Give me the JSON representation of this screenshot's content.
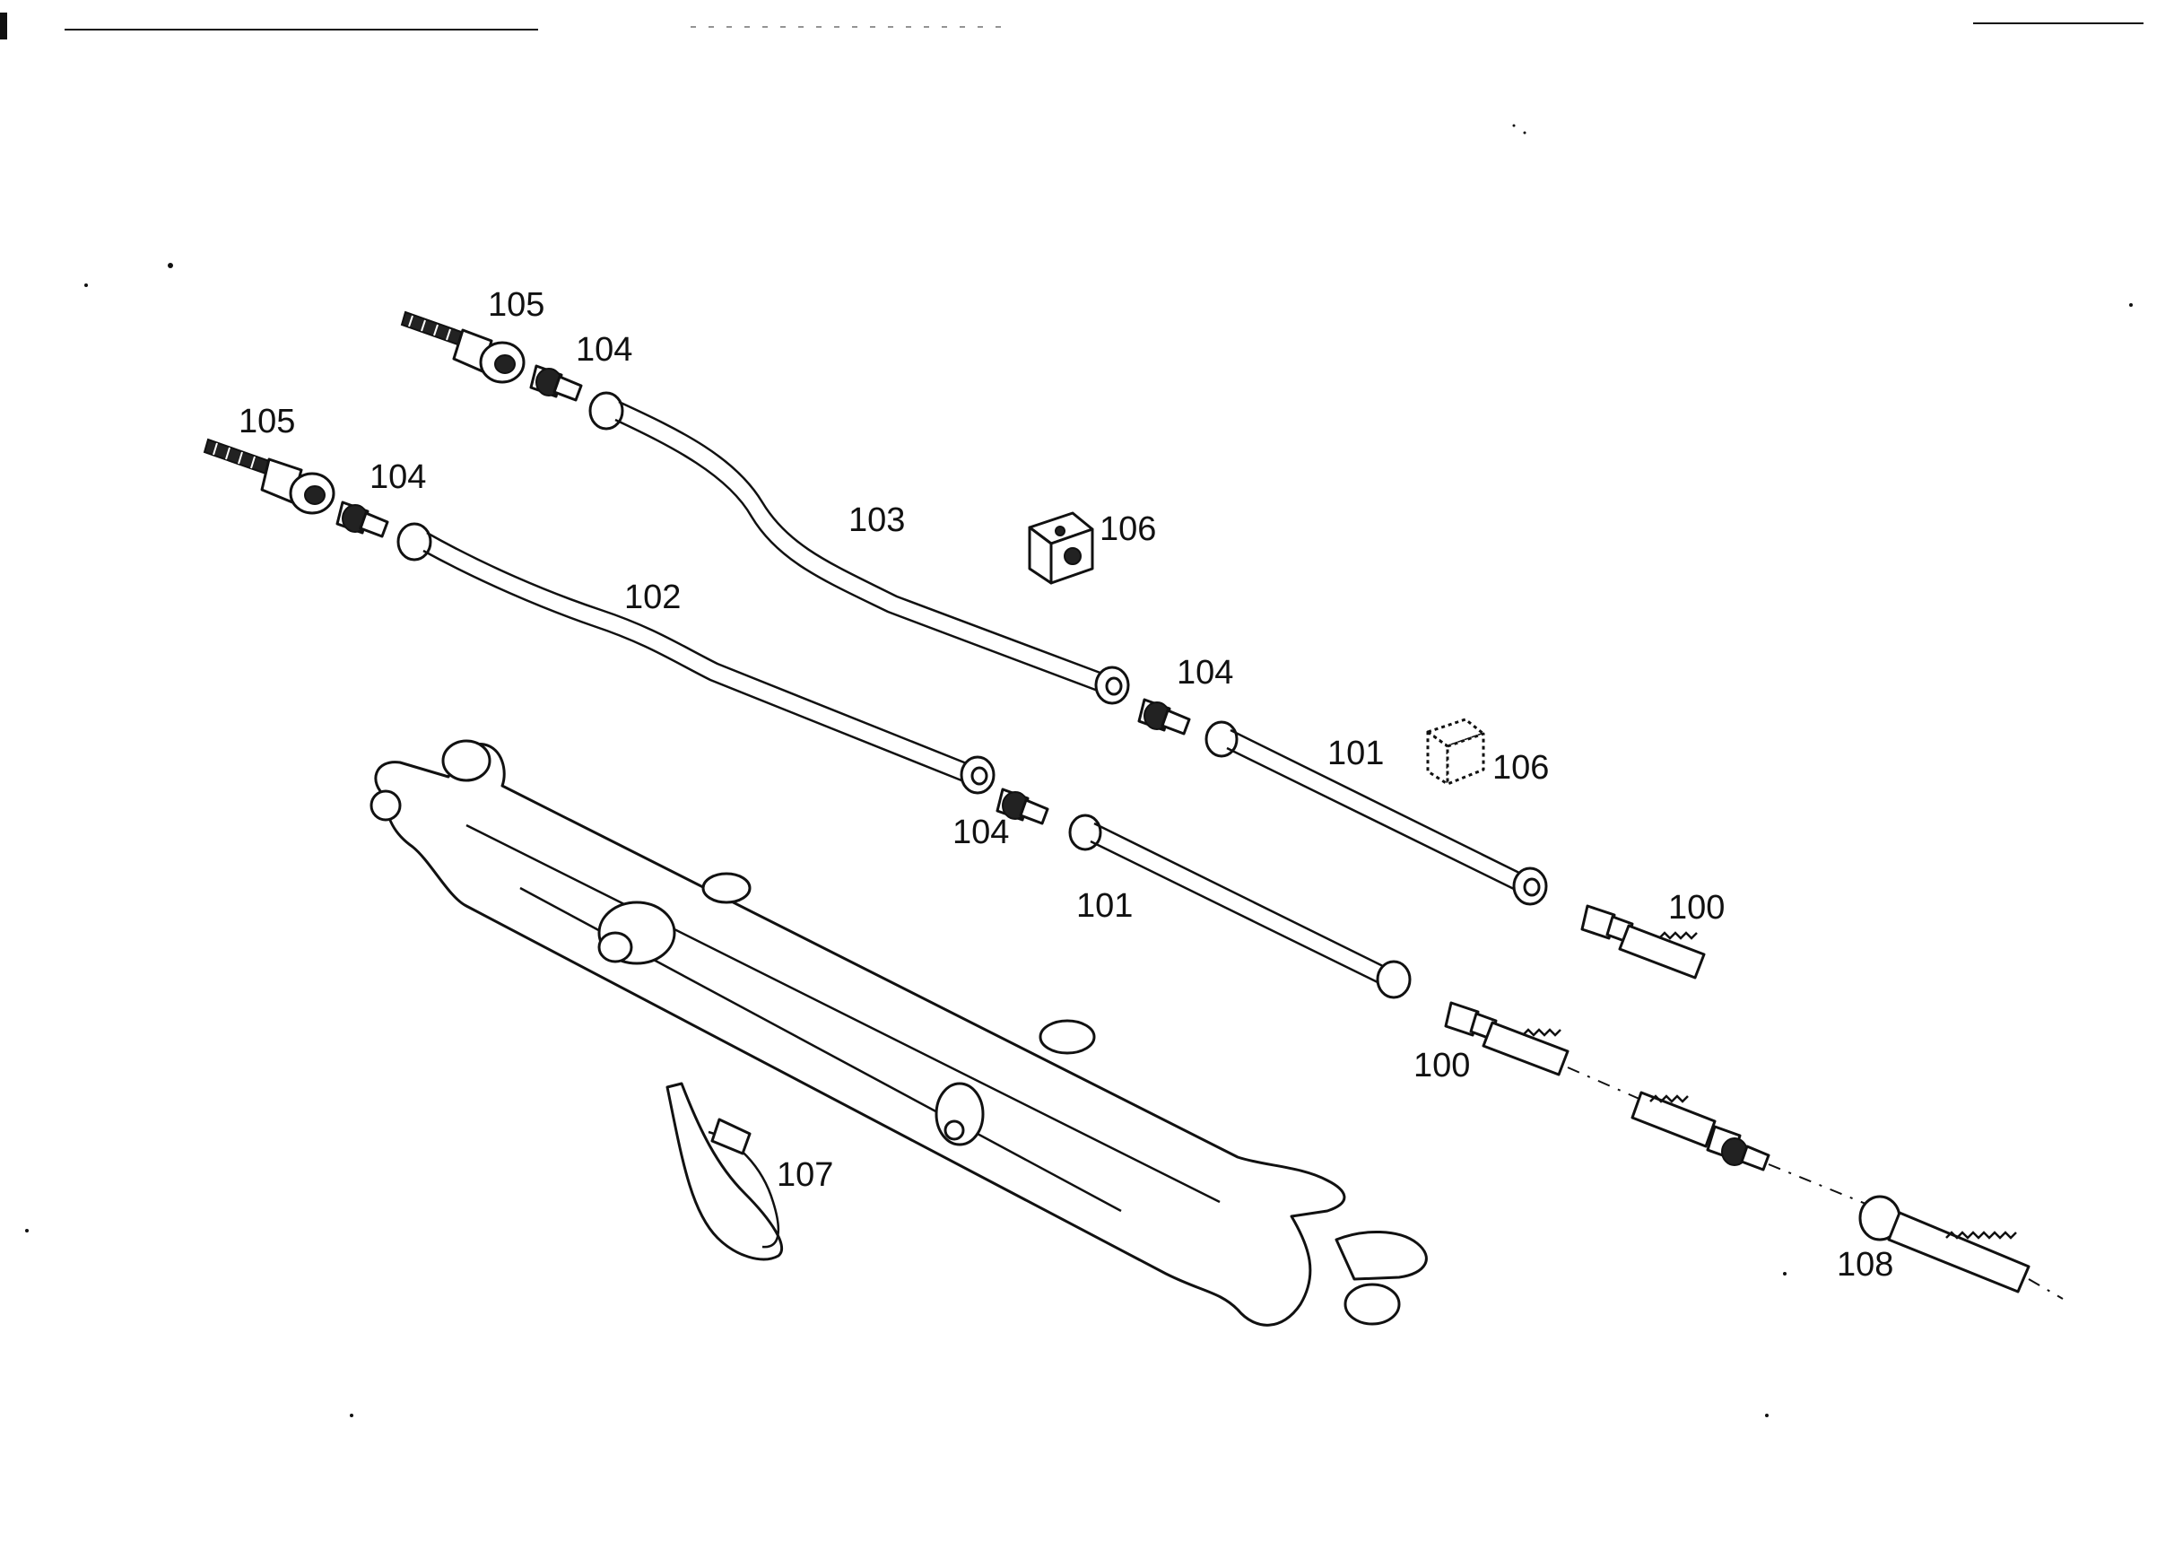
{
  "labels": {
    "l105a": "105",
    "l104a": "104",
    "l105b": "105",
    "l104b": "104",
    "l103": "103",
    "l106a": "106",
    "l102": "102",
    "l104c": "104",
    "l101a": "101",
    "l106b": "106",
    "l104d": "104",
    "l101b": "101",
    "l100a": "100",
    "l100b": "100",
    "l107": "107",
    "l108": "108"
  },
  "colors": {
    "ink": "#111111",
    "paper": "#ffffff"
  }
}
